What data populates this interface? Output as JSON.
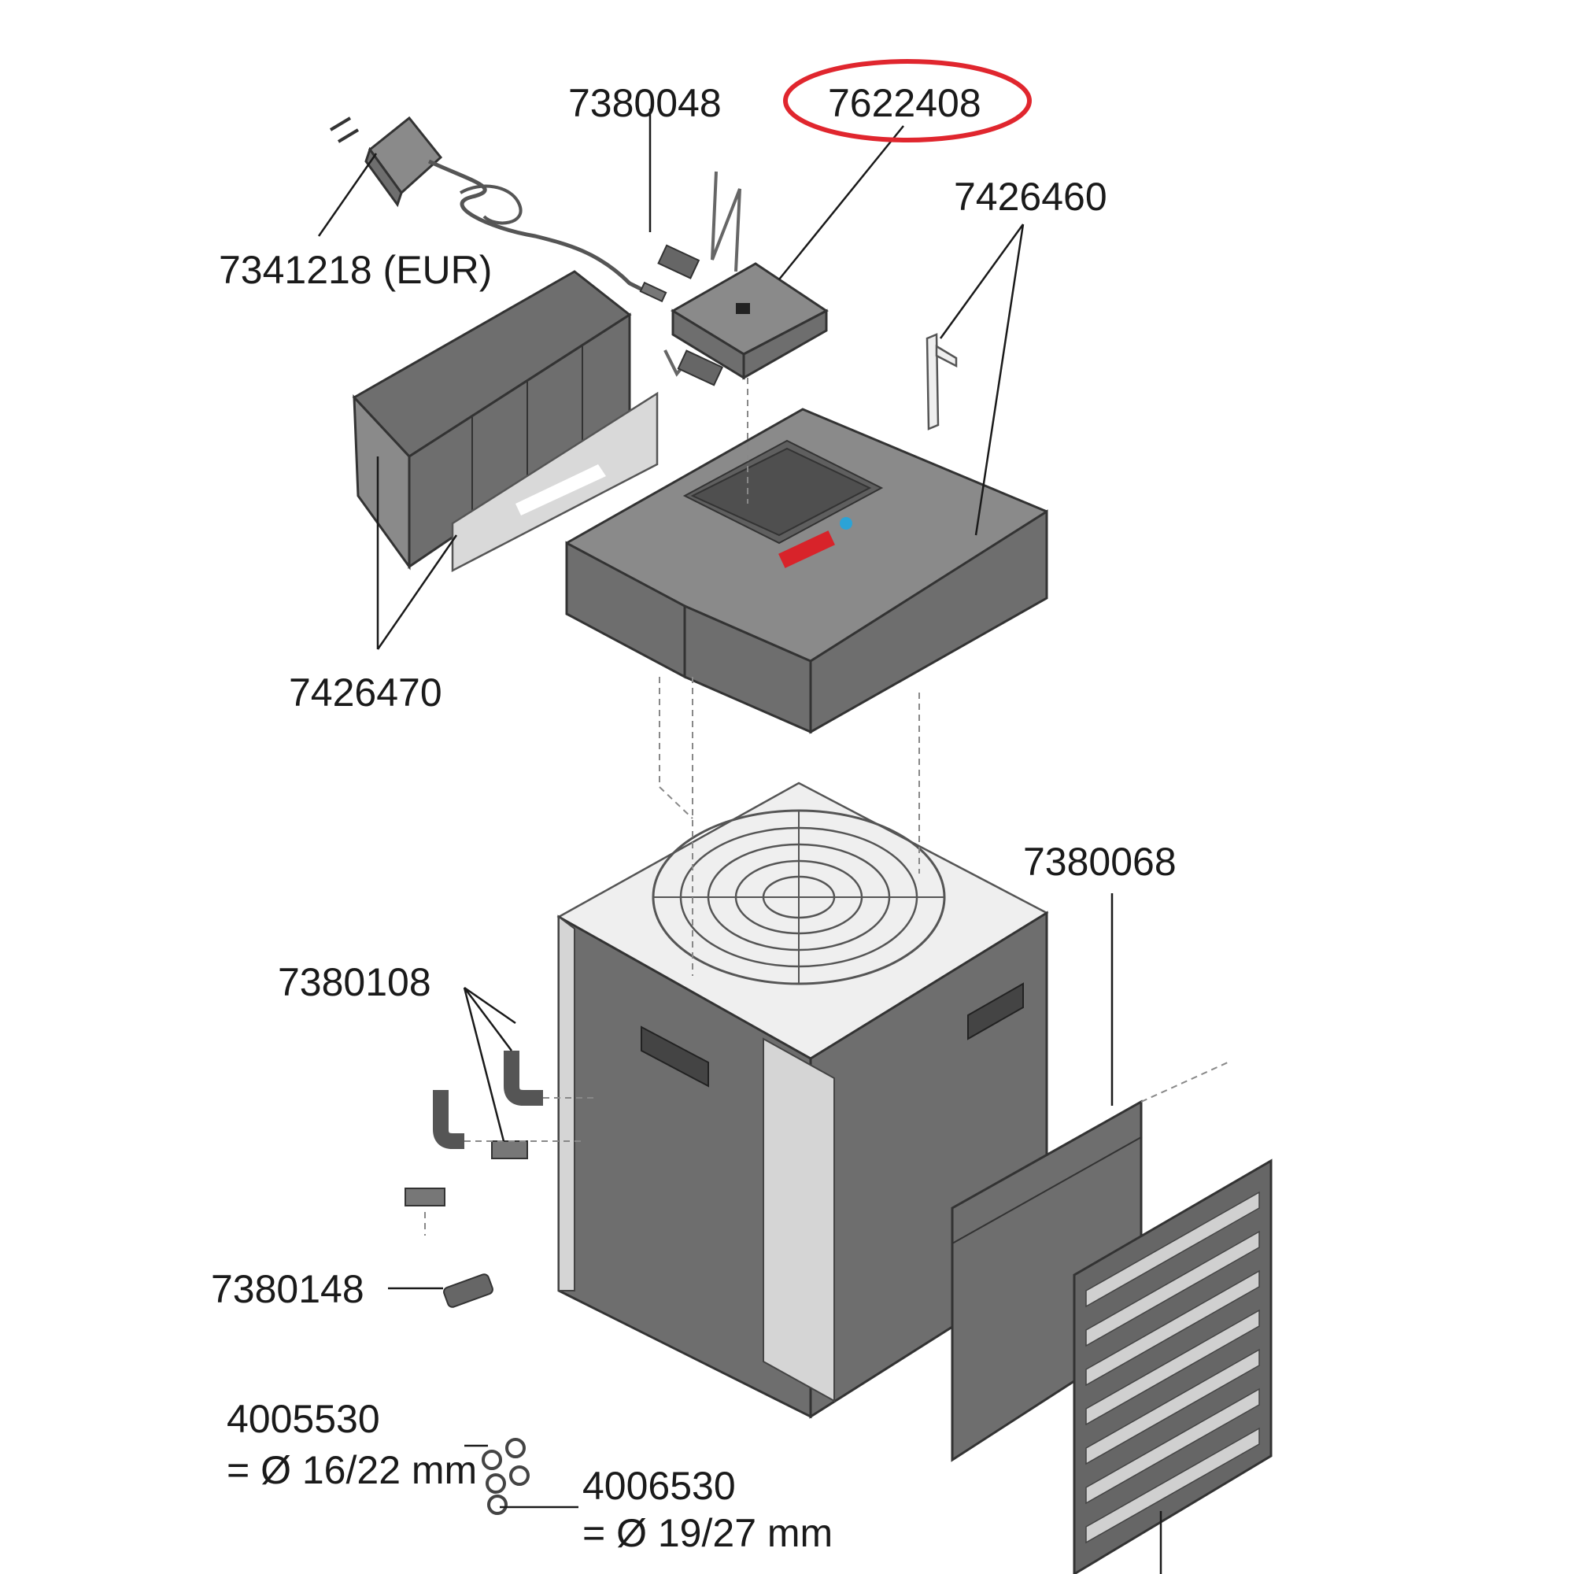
{
  "labels": {
    "psu": "7341218 (EUR)",
    "cable_clip": "7380048",
    "control_box": "7622408",
    "lid_small_parts": "7426460",
    "filter_tray": "7426470",
    "side_panel": "7380068",
    "elbows": "7380108",
    "connector": "7380148",
    "clamp_small_code": "4005530",
    "clamp_small_size": "= Ø 16/22 mm",
    "clamp_large_code": "4006530",
    "clamp_large_size": "= Ø 19/27 mm"
  },
  "highlight_color": "#e0262e",
  "brand_logo_color": "#d8232a"
}
